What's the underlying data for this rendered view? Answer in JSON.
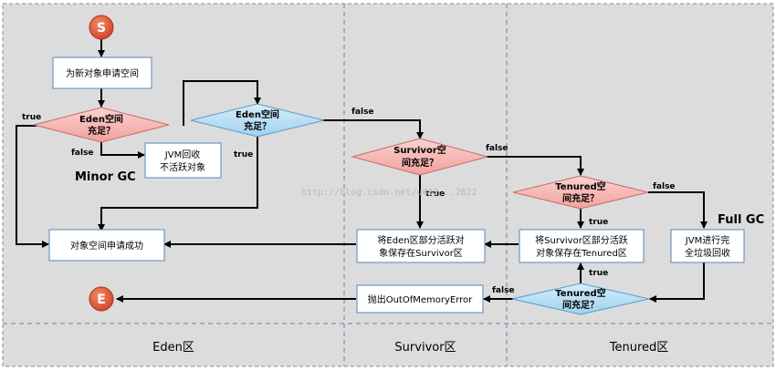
{
  "start": "S",
  "end": "E",
  "nodes": {
    "alloc_new": [
      "为新对象申请空间"
    ],
    "eden_check1": [
      "Eden空间",
      "充足？"
    ],
    "jvm_gc": [
      "JVM回收",
      "不活跃对象"
    ],
    "eden_check2": [
      "Eden空间",
      "充足？"
    ],
    "alloc_ok": [
      "对象空间申请成功"
    ],
    "surv_check": [
      "Survivor空",
      "间充足？"
    ],
    "move_to_surv": [
      "将Eden区部分活跃对",
      "象保存在Survivor区"
    ],
    "ten_check1": [
      "Tenured空",
      "间充足？"
    ],
    "move_to_ten": [
      "将Survivor区部分活跃",
      "对象保存在Tenured区"
    ],
    "full_gc_box": [
      "JVM进行完",
      "全垃圾回收"
    ],
    "ten_check2": [
      "Tenured空",
      "间充足？"
    ],
    "oom": [
      "抛出OutOfMemoryError"
    ]
  },
  "labels": {
    "minor_gc": "Minor GC",
    "full_gc": "Full GC",
    "true": "true",
    "false": "false"
  },
  "watermark": "http://blog.csdn.net/u012...2622",
  "zones": [
    "Eden区",
    "Survivor区",
    "Tenured区"
  ],
  "colors": {
    "zone_bg": "#dcdcdc",
    "box_fill": "#ffffff",
    "box_stroke": "#5b86b7",
    "diamond_red": "#f6b6b2",
    "diamond_red_stroke": "#c46b6b",
    "diamond_blue": "#b6dcf2",
    "diamond_blue_stroke": "#5a9bc7",
    "terminal": "#e05a3a",
    "divider": "#6a7fb5"
  }
}
